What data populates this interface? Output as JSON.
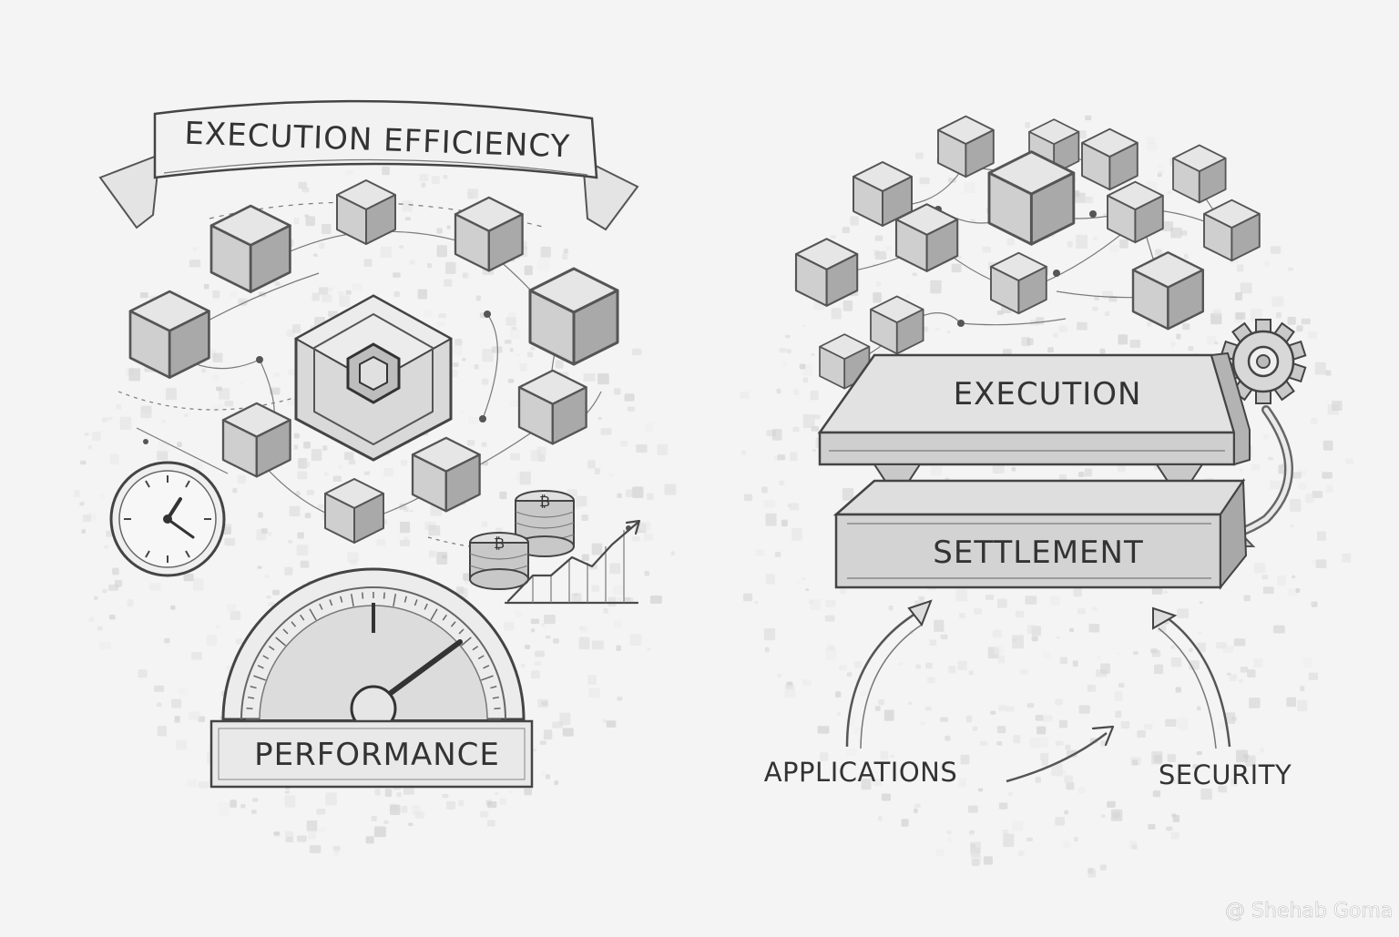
{
  "left_panel": {
    "banner_title": "EXECUTION EFFICIENCY",
    "gauge_label": "PERFORMANCE"
  },
  "right_panel": {
    "top_layer_label": "EXECUTION",
    "bottom_layer_label": "SETTLEMENT",
    "left_input_label": "APPLICATIONS",
    "right_input_label": "SECURITY"
  },
  "watermark": "@ Shehab Goma",
  "icons": [
    "clock-icon",
    "coin-stack-icon",
    "trend-chart-icon",
    "speedometer-icon",
    "gear-icon",
    "cube-icon",
    "arrow-icon"
  ]
}
